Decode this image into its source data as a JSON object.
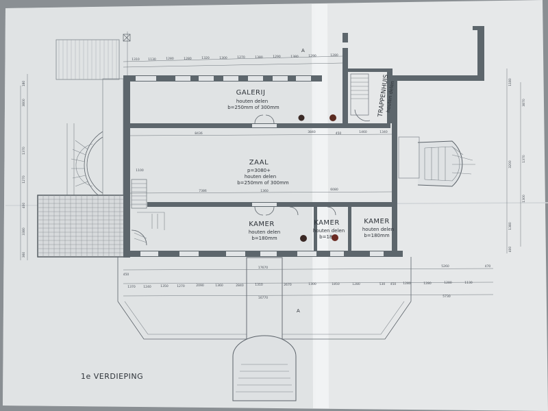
{
  "rooms": {
    "galerij": {
      "name": "GALERIJ",
      "line1": "houten delen",
      "line2": "b=250mm of 300mm"
    },
    "zaal": {
      "name": "ZAAL",
      "line1": "p=3080+",
      "line2": "houten delen",
      "line3": "b=250mm of 300mm"
    },
    "kamer1": {
      "name": "KAMER",
      "line1": "houten delen",
      "line2": "b=180mm"
    },
    "kamer2": {
      "name": "KAMER",
      "line1": "houten delen",
      "line2": "b=180"
    },
    "kamer3": {
      "name": "KAMER",
      "line1": "houten delen",
      "line2": "b=180mm"
    },
    "trappenhuis": {
      "name": "TRAPPENHUIS",
      "line1": "houten delen"
    }
  },
  "caption": "1e VERDIEPING",
  "section_marker": "A",
  "dimensions": {
    "top_chain": [
      "1310",
      "1130",
      "1280",
      "1280",
      "1320",
      "1300",
      "1270",
      "1380",
      "1290",
      "1380",
      "1290",
      "1280"
    ],
    "galerij_row": [
      "8436",
      "3840",
      "450",
      "1460",
      "1340"
    ],
    "zaal_row": [
      "1100",
      "7386",
      "1360",
      "6080"
    ],
    "bottom_total": "17670",
    "bottom_right": [
      "5260",
      "470"
    ],
    "bottom_chain": [
      "450",
      "1370",
      "1240",
      "1350",
      "1270",
      "2090",
      "1360",
      "2840",
      "1310",
      "2670",
      "1300",
      "1850",
      "1280",
      "530",
      "450",
      "1280",
      "1280",
      "1280",
      "1130"
    ],
    "bottom_overall": "16770",
    "bottom_overall_right": "5730",
    "left_chain": [
      "180",
      "3800",
      "1370",
      "1270",
      "400",
      "3380",
      "360"
    ],
    "right_chain": [
      "1180",
      "3870",
      "3200",
      "1370",
      "1300",
      "1380",
      "400"
    ]
  }
}
